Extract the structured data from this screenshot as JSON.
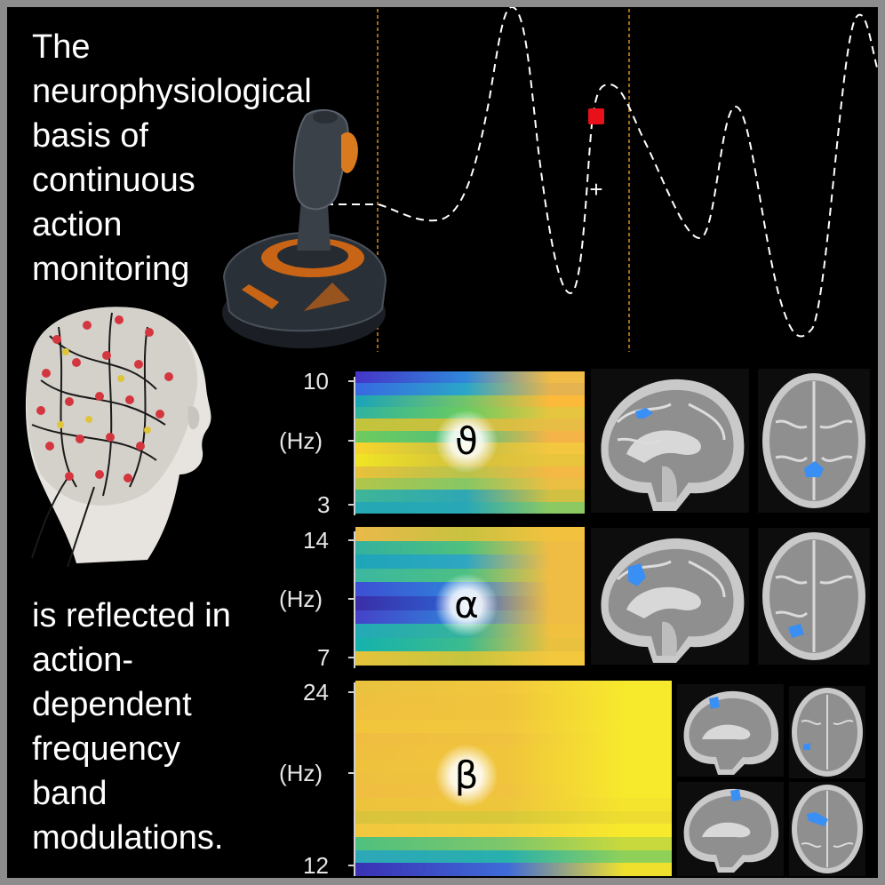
{
  "title_lines": [
    "The",
    "neurophysiological",
    "basis of",
    "continuous",
    "action",
    "monitoring"
  ],
  "body_lines": [
    "is reflected in",
    "action-",
    "dependent",
    "frequency",
    "band",
    "modulations."
  ],
  "marker_plus": "+",
  "bands": [
    {
      "symbol": "ϑ",
      "top_tick": "10",
      "mid_tick": "(Hz)",
      "bottom_tick": "3",
      "rows": [
        "#4535c8",
        "#3868e2",
        "#1aa4b8",
        "#2fb2a0",
        "#c2c43c",
        "#6ecb5d",
        "#f8d52c",
        "#f0e524",
        "#e9c13a",
        "#b2c64a",
        "#3fb597",
        "#25a8b3"
      ],
      "center_colors": [
        "#2f87db",
        "#2aa6c8",
        "#72c46a",
        "#6acb60",
        "#c9c040",
        "#52c17c",
        "#c2c044",
        "#d3c03c",
        "#b7c34c",
        "#86c765",
        "#2ea7b4",
        "#28a8b6"
      ],
      "right_colors": [
        "#f0bb46",
        "#e5b34f",
        "#fcba3a",
        "#e6c640",
        "#e8bd45",
        "#f5b447",
        "#f3c73f",
        "#e9c53d",
        "#f4b844",
        "#eabf43",
        "#d1c041",
        "#8cc962"
      ]
    },
    {
      "symbol": "α",
      "top_tick": "14",
      "mid_tick": "(Hz)",
      "bottom_tick": "7",
      "rows": [
        "#e9b94a",
        "#33b19e",
        "#1ea5b8",
        "#3bb7a0",
        "#3d4fd4",
        "#3a2ea8",
        "#4542c8",
        "#22a9b6",
        "#15b2ad",
        "#e6c33c"
      ],
      "center_colors": [
        "#c8c240",
        "#4fc07e",
        "#2fa6c2",
        "#4cc084",
        "#2f84da",
        "#2c64d4",
        "#2f84da",
        "#35b39c",
        "#3cbb8e",
        "#c6c43e"
      ],
      "right_colors": [
        "#f2c23f",
        "#f0bd44",
        "#f0bd44",
        "#f0bd44",
        "#f0bd44",
        "#f0bd44",
        "#f0bd44",
        "#f0c03f",
        "#eac13e",
        "#f3c73e"
      ]
    },
    {
      "symbol": "β",
      "top_tick": "24",
      "mid_tick": "(Hz)",
      "bottom_tick": "12",
      "rows": [
        "#e9c23f",
        "#eec03f",
        "#f0c03f",
        "#f1c53c",
        "#f0bd40",
        "#efbf3f",
        "#efc23e",
        "#eec03f",
        "#f0be40",
        "#eec33c",
        "#d9c33c",
        "#f2c73e",
        "#4fc07e",
        "#2ca7b8",
        "#3a31b4"
      ],
      "center_colors": [
        "#f2c73e",
        "#f0c53c",
        "#f0c53c",
        "#f2c73e",
        "#f0c23f",
        "#f0c53c",
        "#f0c53c",
        "#f0c53c",
        "#f0c23f",
        "#eec63c",
        "#d9c83a",
        "#f2d03a",
        "#7fc76a",
        "#28b0ad",
        "#3f6bd8"
      ],
      "right_colors": [
        "#f7e92c",
        "#f7e92c",
        "#f7e92c",
        "#f7e92c",
        "#f7e92c",
        "#f7e92c",
        "#f7e92c",
        "#f7e92c",
        "#f7e92c",
        "#f5e42e",
        "#eedd30",
        "#f7e92c",
        "#c8d93e",
        "#8fd158",
        "#f0e02e"
      ]
    }
  ],
  "colors": {
    "trace": "#ffffff",
    "marker": "#e8111a",
    "vline": "#d98e1a",
    "border": "#8c8c8c",
    "roi": "#3a8ff5"
  },
  "icons": [
    "joystick-icon",
    "eeg-cap-icon",
    "brain-sagittal-icon",
    "brain-axial-icon"
  ]
}
